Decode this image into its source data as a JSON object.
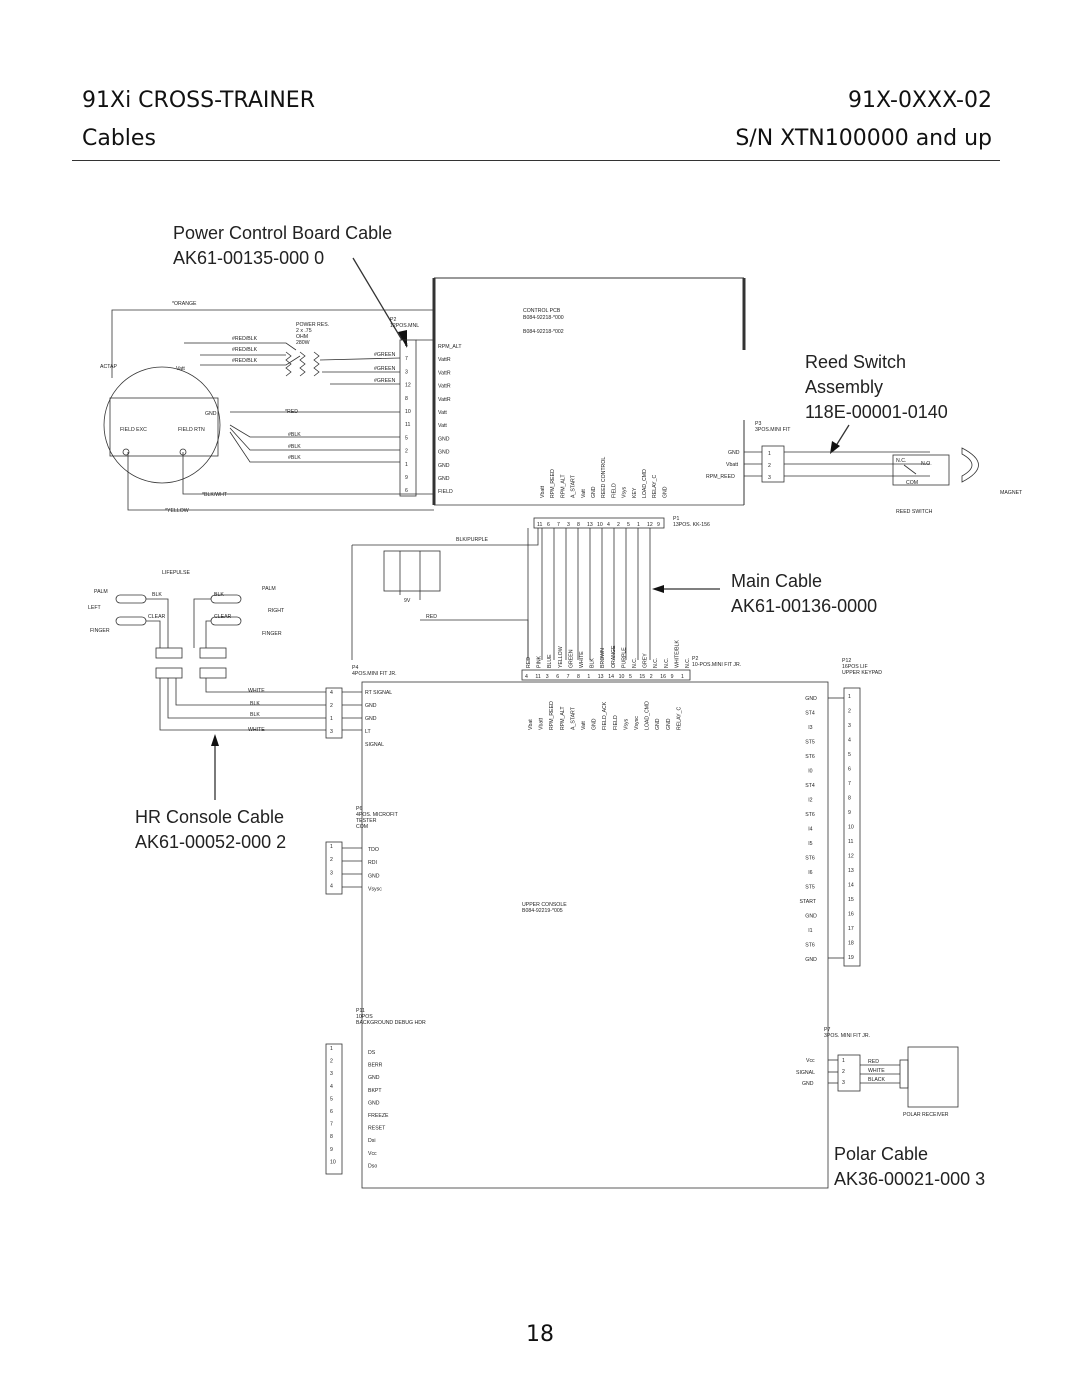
{
  "header": {
    "product": "91Xi CROSS-TRAINER",
    "section": "Cables",
    "model": "91X-0XXX-02",
    "serial": "S/N XTN100000 and up"
  },
  "callouts": {
    "power_cable_title": "Power Control Board Cable",
    "power_cable_part": "AK61-00135-000 0",
    "reed_title_1": "Reed Switch",
    "reed_title_2": "Assembly",
    "reed_part": "118E-00001-0140",
    "main_cable_title": "Main Cable",
    "main_cable_part": "AK61-00136-0000",
    "hr_cable_title": "HR Console Cable",
    "hr_cable_part": "AK61-00052-000 2",
    "polar_cable_title": "Polar Cable",
    "polar_cable_part": "AK36-00021-000 3"
  },
  "labels": {
    "orange": "*ORANGE",
    "yellow": "*YELLOW",
    "blkwht": "*BLK/WHT",
    "red_wire": "*RED",
    "actap": "ACTAP",
    "vatt": "Vatt",
    "gnd_gen": "GND",
    "field_exc": "FIELD EXC",
    "field_rtn": "FIELD RTN",
    "power_res": "POWER RES.",
    "res_spec1": "2 x .75",
    "res_spec2": "OHM",
    "res_spec3": "280W",
    "redblk1": "#RED/BLK",
    "redblk2": "#RED/BLK",
    "redblk3": "#RED/BLK",
    "green1": "#GREEN",
    "green2": "#GREEN",
    "green3": "#GREEN",
    "blk1": "#BLK",
    "blk2": "#BLK",
    "blk3": "#BLK",
    "p2": "P2",
    "p2_desc": "12POS.MNL",
    "control_pcb": "CONTROL PCB",
    "cpcb_part1": "B084-92218-*000",
    "cpcb_part2": "B084-92218-*002",
    "p1": "P1",
    "p1_desc": "13POS. KK-156",
    "p3": "P3",
    "p3_desc": "3POS.MINI FIT",
    "blk_purple": "BLK/PURPLE",
    "red_main": "RED",
    "batt_9v": "9V",
    "lifepulse": "LIFEPULSE",
    "palm_l": "PALM",
    "left": "LEFT",
    "finger_l": "FINGER",
    "palm_r": "PALM",
    "right": "RIGHT",
    "finger_r": "FINGER",
    "blk_a": "BLK",
    "blk_b": "BLK",
    "clear_a": "CLEAR",
    "clear_b": "CLEAR",
    "white_a": "WHITE",
    "blk_c": "BLK",
    "blk_d": "BLK",
    "white_b": "WHITE",
    "p4": "P4",
    "p4_desc": "4POS.MINI FIT JR.",
    "p2b": "P2",
    "p2b_desc": "10-POS.MINI FIT JR.",
    "p12": "P12",
    "p12_desc1": "16POS LIF",
    "p12_desc2": "UPPER KEYPAD",
    "p6": "P6",
    "p6_desc1": "4POS. MICROFIT",
    "p6_desc2": "TESTER",
    "p6_desc3": "COM",
    "p11": "P11",
    "p11_desc1": "10POS",
    "p11_desc2": "BACKGROUND DEBUG HDR",
    "p7": "P7",
    "p7_desc": "3POS. MINI FIT JR.",
    "upper_console": "UPPER CONSOLE",
    "uc_part": "B084-92219-*005",
    "reed_switch_lbl": "REED SWITCH",
    "magnet": "MAGNET",
    "nc": "N.C.",
    "no": "N.O.",
    "com": "COM",
    "polar_receiver": "POLAR RECEIVER",
    "polar_red": "RED",
    "polar_white": "WHITE",
    "polar_black": "BLACK",
    "reed_gnd": "GND",
    "reed_vbatt": "Vbatt",
    "reed_rpm": "RPM_REED",
    "polar_vcc": "Vcc",
    "polar_signal": "SIGNAL",
    "polar_gnd": "GND"
  },
  "p2_signals": [
    "RPM_ALT",
    "VattR",
    "VattR",
    "VattR",
    "VattR",
    "Vatt",
    "Vatt",
    "GND",
    "GND",
    "GND",
    "GND",
    "FIELD"
  ],
  "p2_pins": [
    "4",
    "7",
    "3",
    "12",
    "8",
    "10",
    "11",
    "5",
    "2",
    "1",
    "9",
    "6"
  ],
  "p1_signals": [
    "Vbatt",
    "RPM_REED",
    "RPM_ALT",
    "A_START",
    "Vatt",
    "GND",
    "REED CONTROL",
    "FIELD",
    "Vsys",
    "KEY",
    "LOAD_CMD",
    "RELAY_C",
    "GND"
  ],
  "p1_pins": [
    "11",
    "6",
    "7",
    "3",
    "8",
    "13",
    "10",
    "4",
    "2",
    "5",
    "1",
    "12",
    "9"
  ],
  "main_colors": [
    "RED",
    "PINK",
    "BLUE",
    "YELLOW",
    "GREEN",
    "WHITE",
    "BLK",
    "BROWN",
    "ORANGE",
    "PURPLE",
    "N.C.",
    "GREY",
    "N.C.",
    "N.C.",
    "WHITE/BLK",
    "N.C."
  ],
  "uc_top_signals": [
    "Vbat",
    "Vbatt",
    "RPM_REED",
    "RPM_ALT",
    "A_START",
    "Vatt",
    "GND",
    "FIELD_ACK",
    "FIELD",
    "Vsys",
    "Vsysc",
    "LOAD_CMD",
    "GND",
    "GND",
    "RELAY_C"
  ],
  "p2b_pins": [
    "4",
    "11",
    "3",
    "6",
    "7",
    "8",
    "1",
    "13",
    "14",
    "10",
    "5",
    "15",
    "2",
    "16",
    "9",
    "1"
  ],
  "p4_signals": [
    "RT SIGNAL",
    "GND",
    "GND",
    "LT",
    "SIGNAL"
  ],
  "p4_pins": [
    "4",
    "2",
    "1",
    "3"
  ],
  "p6_signals": [
    "TDO",
    "RDI",
    "GND",
    "Vsysc"
  ],
  "p6_pins": [
    "1",
    "2",
    "3",
    "4"
  ],
  "p11_signals": [
    "DS",
    "BERR",
    "GND",
    "BKPT",
    "GND",
    "FREEZE",
    "RESET",
    "Dsi",
    "Vcc",
    "Dso"
  ],
  "p11_pins": [
    "1",
    "2",
    "3",
    "4",
    "5",
    "6",
    "7",
    "8",
    "9",
    "10"
  ],
  "p12_signals": [
    "GND",
    "ST4",
    "I3",
    "ST5",
    "ST6",
    "I0",
    "ST4",
    "I2",
    "ST6",
    "I4",
    "I5",
    "ST6",
    "I6",
    "ST5",
    "START",
    "GND",
    "I1",
    "ST6",
    "GND"
  ],
  "p12_pins": [
    "1",
    "2",
    "3",
    "4",
    "5",
    "6",
    "7",
    "8",
    "9",
    "10",
    "11",
    "12",
    "13",
    "14",
    "15",
    "16",
    "17",
    "18",
    "19"
  ],
  "polar_pins": [
    "1",
    "2",
    "3"
  ],
  "reed_pins": [
    "1",
    "2",
    "3"
  ]
}
